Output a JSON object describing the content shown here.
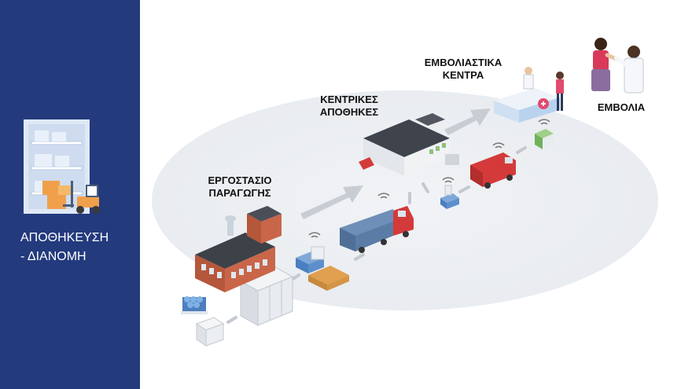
{
  "sidebar": {
    "title_line1": "ΑΠΟΘΗΚΕΥΣΗ",
    "title_line2": "- ΔΙΑΝΟΜΗ",
    "color": "#233a7d"
  },
  "stages": {
    "factory": {
      "line1": "ΕΡΓΟΣΤΑΣΙΟ",
      "line2": "ΠΑΡΑΓΩΓΗΣ"
    },
    "central_warehouses": {
      "line1": "ΚΕΝΤΡΙΚΕΣ",
      "line2": "ΑΠΟΘΗΚΕΣ"
    },
    "vaccination_centers": {
      "line1": "ΕΜΒΟΛΙΑΣΤΙΚΑ",
      "line2": "ΚΕΝΤΡΑ"
    },
    "vaccinations": {
      "line1": "ΕΜΒΟΛΙΑ"
    }
  },
  "colors": {
    "ellipse": "#eef0f3",
    "arrow": "#c3c9d1",
    "truck_red": "#d43a3a",
    "truck_blue": "#6d8fb8",
    "pallet": "#e0a050",
    "accent_blue": "#4a7fc1"
  },
  "icons": [
    "warehouse-shelves-icon",
    "forklift-icon",
    "factory-icon",
    "freezer-icon",
    "vaccine-vials-icon",
    "pallet-icon",
    "wifi-signal-icon",
    "truck-icon",
    "van-icon",
    "warehouse-building-icon",
    "reception-desk-icon",
    "vaccination-people-icon",
    "cooler-box-icon"
  ]
}
